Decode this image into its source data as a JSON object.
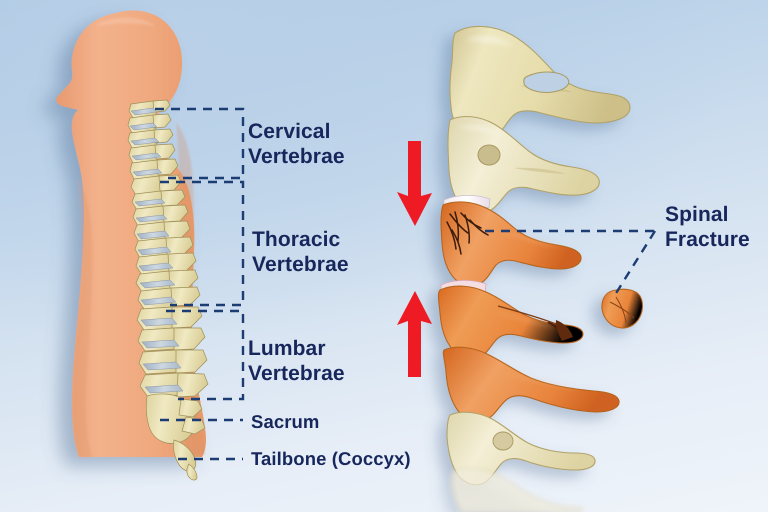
{
  "figure": {
    "title": "Spinal anatomy with spinal fracture",
    "background_top_color": "#a9c6e2",
    "background_bottom_color": "#eff4fa",
    "label_color": "#17275c",
    "leader_line_color": "#1c3c74",
    "arrow_color": "#ee1b24",
    "skin_color": "#f0ab82",
    "bone_color": "#e9e2b4",
    "inflamed_bone_color": "#e8843a",
    "disc_color": "#b9c3cf"
  },
  "left_panel": {
    "name": "lateral body silhouette with spinal column",
    "labels": [
      {
        "id": "cervical",
        "text": "Cervical\nVertebrae",
        "size": "big"
      },
      {
        "id": "thoracic",
        "text": "Thoracic\nVertebrae",
        "size": "big"
      },
      {
        "id": "lumbar",
        "text": "Lumbar\nVertebrae",
        "size": "big"
      },
      {
        "id": "sacrum",
        "text": "Sacrum",
        "size": "small"
      },
      {
        "id": "coccyx",
        "text": "Tailbone (Coccyx)",
        "size": "small"
      }
    ]
  },
  "right_panel": {
    "name": "close-up of fractured vertebrae",
    "labels": [
      {
        "id": "fracture",
        "text": "Spinal\nFracture",
        "size": "big"
      }
    ],
    "arrows": [
      {
        "id": "compression-arrow-down",
        "direction": "down",
        "color": "#ee1b24"
      },
      {
        "id": "compression-arrow-up",
        "direction": "up",
        "color": "#ee1b24"
      }
    ]
  }
}
